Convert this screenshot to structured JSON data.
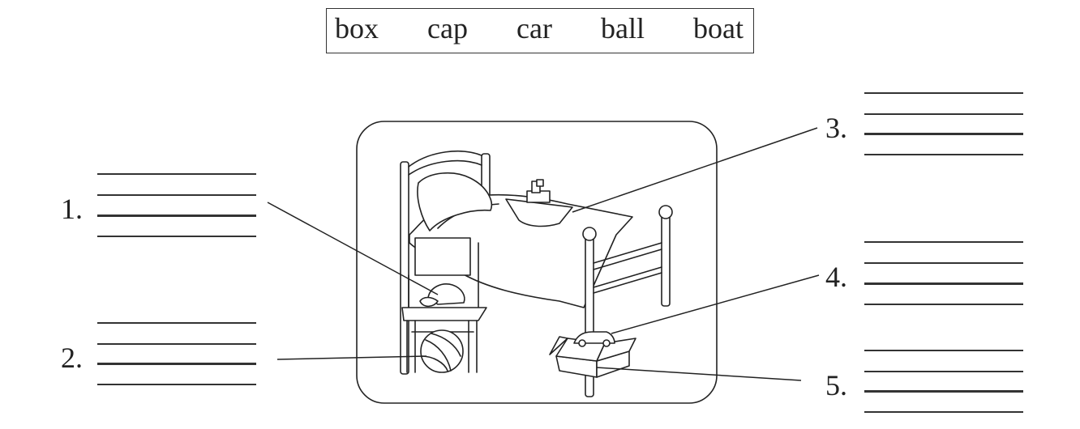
{
  "word_bank": [
    "box",
    "cap",
    "car",
    "ball",
    "boat"
  ],
  "items": [
    {
      "number": "1."
    },
    {
      "number": "2."
    },
    {
      "number": "3."
    },
    {
      "number": "4."
    },
    {
      "number": "5."
    }
  ]
}
